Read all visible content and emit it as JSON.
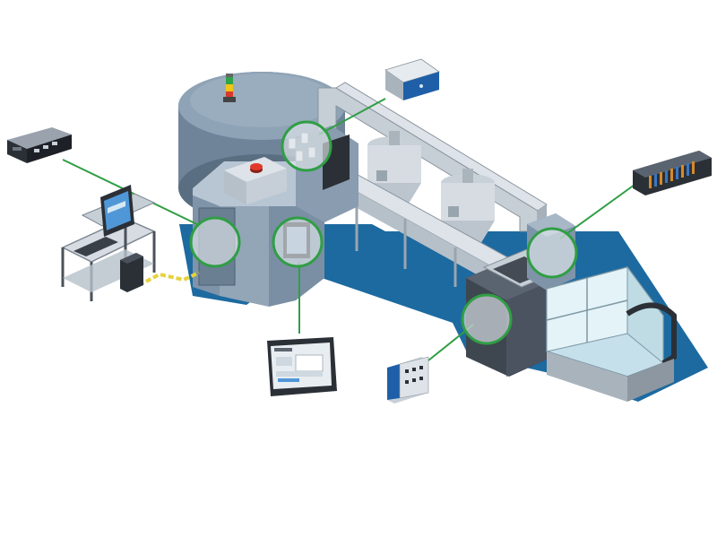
{
  "diagram": {
    "title": "",
    "colors": {
      "shadow": "#1d6aa1",
      "machine_body": "#8fa3b7",
      "machine_light": "#b8c6d3",
      "machine_dark": "#5f7488",
      "conveyor": "#c7cfd6",
      "callout_ring": "#2f9e44",
      "callout_line": "#2f9e44",
      "cable": "#e6d23a",
      "glass": "#cfe7ee",
      "screen_blue": "#1f5fa8",
      "device_dark": "#2b2f36"
    },
    "callouts": [
      {
        "id": "embedded-pc",
        "label": ""
      },
      {
        "id": "network-enclosure",
        "label": ""
      },
      {
        "id": "io-rack",
        "label": ""
      },
      {
        "id": "operator-workstation",
        "label": ""
      },
      {
        "id": "touch-panel-hmi",
        "label": ""
      },
      {
        "id": "remote-io",
        "label": ""
      }
    ]
  }
}
